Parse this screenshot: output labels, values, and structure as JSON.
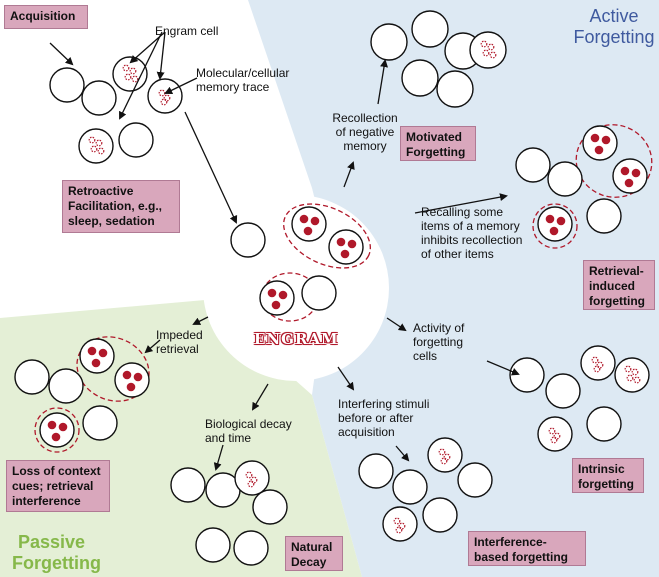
{
  "sections": {
    "active_title_1": "Active",
    "active_title_2": "Forgetting",
    "passive_title_1": "Passive",
    "passive_title_2": "Forgetting"
  },
  "boxes": {
    "acquisition": "Acquisition",
    "retroactive_1": "Retroactive",
    "retroactive_2": "Facilitation, e.g.,",
    "retroactive_3": "sleep, sedation",
    "motivated_1": "Motivated",
    "motivated_2": "Forgetting",
    "retrieval_1": "Retrieval-",
    "retrieval_2": "induced",
    "retrieval_3": "forgetting",
    "intrinsic_1": "Intrinsic",
    "intrinsic_2": "forgetting",
    "interference_1": "Interference-",
    "interference_2": "based forgetting",
    "loss_1": "Loss of context",
    "loss_2": "cues; retrieval",
    "loss_3": "interference",
    "natural_1": "Natural",
    "natural_2": "Decay"
  },
  "labels": {
    "engram_cell": "Engram cell",
    "trace_1": "Molecular/cellular",
    "trace_2": "memory trace",
    "recollection_1": "Recollection",
    "recollection_2": "of negative",
    "recollection_3": "memory",
    "recalling_1": "Recalling some",
    "recalling_2": "items of a memory",
    "recalling_3": "inhibits recollection",
    "recalling_4": "of other items",
    "activity_1": "Activity of",
    "activity_2": "forgetting",
    "activity_3": "cells",
    "interfering_1": "Interfering stimuli",
    "interfering_2": "before or after",
    "interfering_3": "acquisition",
    "impeded_1": "Impeded",
    "impeded_2": "retrieval",
    "biological_1": "Biological decay",
    "biological_2": "and time",
    "engram": "ENGRAM"
  },
  "colors": {
    "active_bg": "#dde9f3",
    "passive_bg": "#e4efd6",
    "box_fill": "#d9a7bc",
    "trace_red": "#b0182a",
    "active_title": "#3f5a9f",
    "passive_title": "#86b84a"
  }
}
